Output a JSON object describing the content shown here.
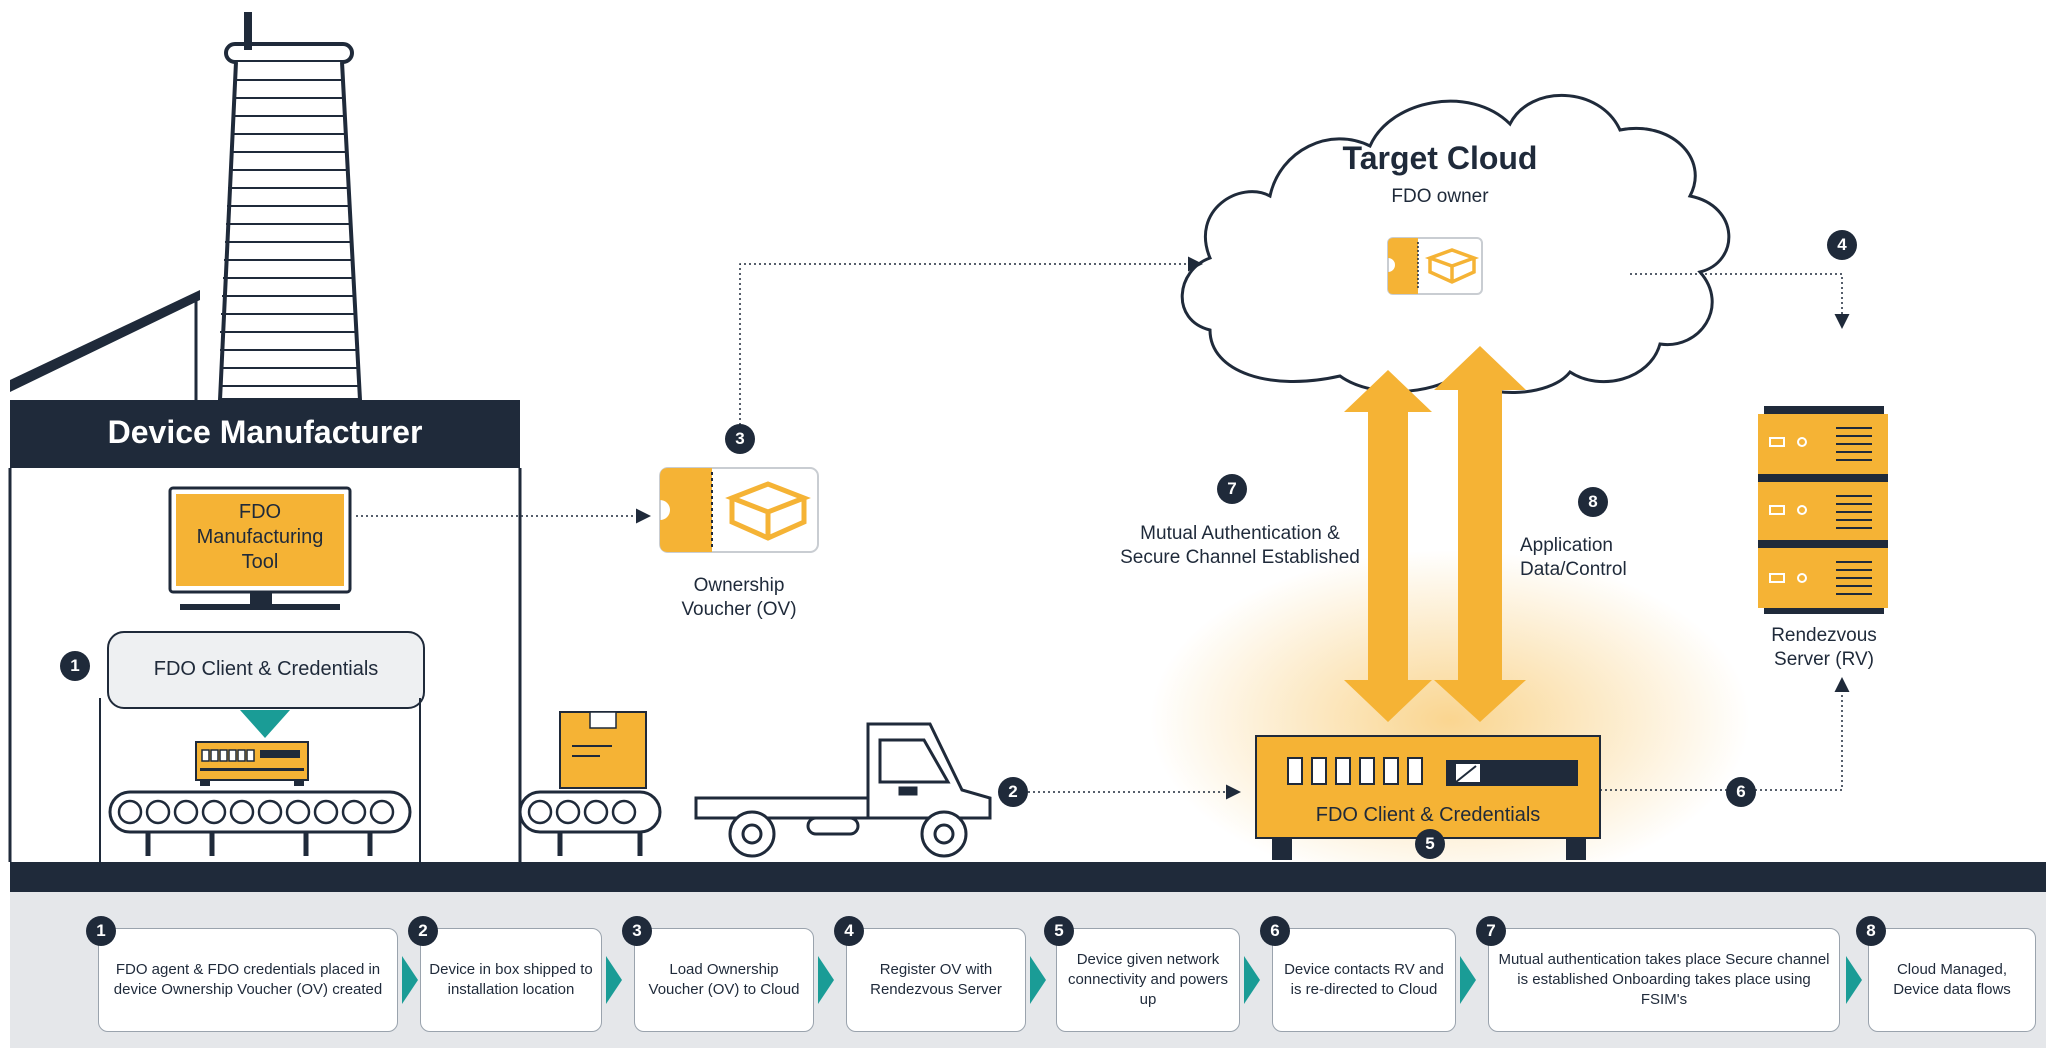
{
  "manufacturer": {
    "title": "Device Manufacturer",
    "tool_label": "FDO Manufacturing Tool",
    "client_label": "FDO Client & Credentials"
  },
  "voucher": {
    "label": "Ownership Voucher (OV)"
  },
  "cloud": {
    "title": "Target Cloud",
    "subtitle": "FDO owner"
  },
  "rendezvous": {
    "label": "Rendezvous Server (RV)"
  },
  "device": {
    "label": "FDO Client & Credentials"
  },
  "channel": {
    "mutual_auth": "Mutual Authentication & Secure Channel Established",
    "app_data": "Application Data/Control"
  },
  "badges": [
    "1",
    "2",
    "3",
    "4",
    "5",
    "6",
    "7",
    "8"
  ],
  "steps": [
    {
      "num": "1",
      "text": "FDO agent & FDO credentials placed in device Ownership Voucher (OV) created"
    },
    {
      "num": "2",
      "text": "Device in box shipped to installation location"
    },
    {
      "num": "3",
      "text": "Load Ownership Voucher (OV) to Cloud"
    },
    {
      "num": "4",
      "text": "Register OV with Rendezvous Server"
    },
    {
      "num": "5",
      "text": "Device given network connectivity and powers up"
    },
    {
      "num": "6",
      "text": "Device contacts RV and is re-directed to Cloud"
    },
    {
      "num": "7",
      "text": "Mutual authentication takes place Secure channel is established Onboarding takes place using FSIM's"
    },
    {
      "num": "8",
      "text": "Cloud Managed, Device data flows"
    }
  ],
  "colors": {
    "navy": "#1f2a3a",
    "amber": "#f5b335",
    "teal": "#1a9c96",
    "grey": "#e5e7ea"
  }
}
